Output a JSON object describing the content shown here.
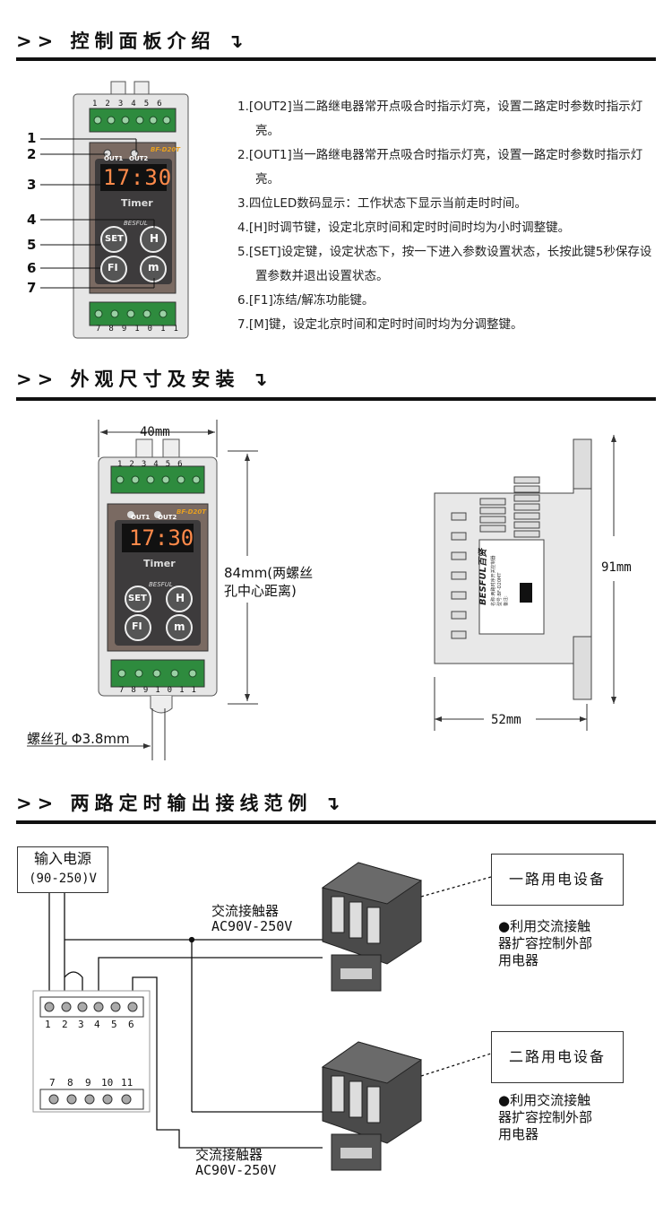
{
  "sections": {
    "s1_title": "控制面板介绍",
    "s2_title": "外观尺寸及安装",
    "s3_title": "两路定时输出接线范例",
    "prefix": ">>",
    "suffix": "↴"
  },
  "panel": {
    "display": "17:30",
    "timer_label": "Timer",
    "brand": "BESFUL",
    "model_badge": "BF-D20T",
    "out1": "OUT1",
    "out2": "OUT2",
    "btn_set": "SET",
    "btn_h": "H",
    "btn_fi": "FI",
    "btn_m": "m",
    "top_terminals": [
      "1",
      "2",
      "3",
      "4",
      "5",
      "6"
    ],
    "bottom_terminals": [
      "7",
      "8",
      "9",
      "10",
      "11"
    ]
  },
  "callouts": [
    "1",
    "2",
    "3",
    "4",
    "5",
    "6",
    "7"
  ],
  "descriptions": [
    "1.[OUT2]当二路继电器常开点吸合时指示灯亮，设置二路定时参数时指示灯亮。",
    "2.[OUT1]当一路继电器常开点吸合时指示灯亮，设置一路定时参数时指示灯亮。",
    "3.四位LED数码显示：工作状态下显示当前走时时间。",
    "4.[H]时调节键，设定北京时间和定时时间时均为小时调整键。",
    "5.[SET]设定键，设定状态下，按一下进入参数设置状态，长按此键5秒保存设置参数并退出设置状态。",
    "6.[F1]冻结/解冻功能键。",
    "7.[M]键，设定北京时间和定时时间时均为分调整键。"
  ],
  "dimensions": {
    "width_label": "40mm",
    "height_label_l1": "84mm(两螺丝",
    "height_label_l2": "孔中心距离)",
    "screw_label": "螺丝孔 Φ3.8mm",
    "side_height_label": "91mm",
    "side_width_label": "52mm",
    "side_brand": "BESFUL",
    "side_brand_cn": "百贤",
    "side_line1": "名称:两路时序开关控制器",
    "side_line2": "型号:BF-D20MT",
    "side_line3": "备注:"
  },
  "wiring": {
    "power_label_l1": "输入电源",
    "power_label_l2": "(90-250)V",
    "contactor_label_l1": "交流接触器",
    "contactor_label_l2": "AC90V-250V",
    "device1": "一路用电设备",
    "device2": "二路用电设备",
    "note1_l1": "●利用交流接触",
    "note1_l2": "器扩容控制外部",
    "note1_l3": "用电器",
    "note2_l1": "●利用交流接触",
    "note2_l2": "器扩容控制外部",
    "note2_l3": "用电器",
    "bottom_contactor_l1": "交流接触器",
    "bottom_contactor_l2": "AC90V-250V",
    "top_terminals": [
      "1",
      "2",
      "3",
      "4",
      "5",
      "6"
    ],
    "bottom_terminals": [
      "7",
      "8",
      "9",
      "10",
      "11"
    ]
  }
}
